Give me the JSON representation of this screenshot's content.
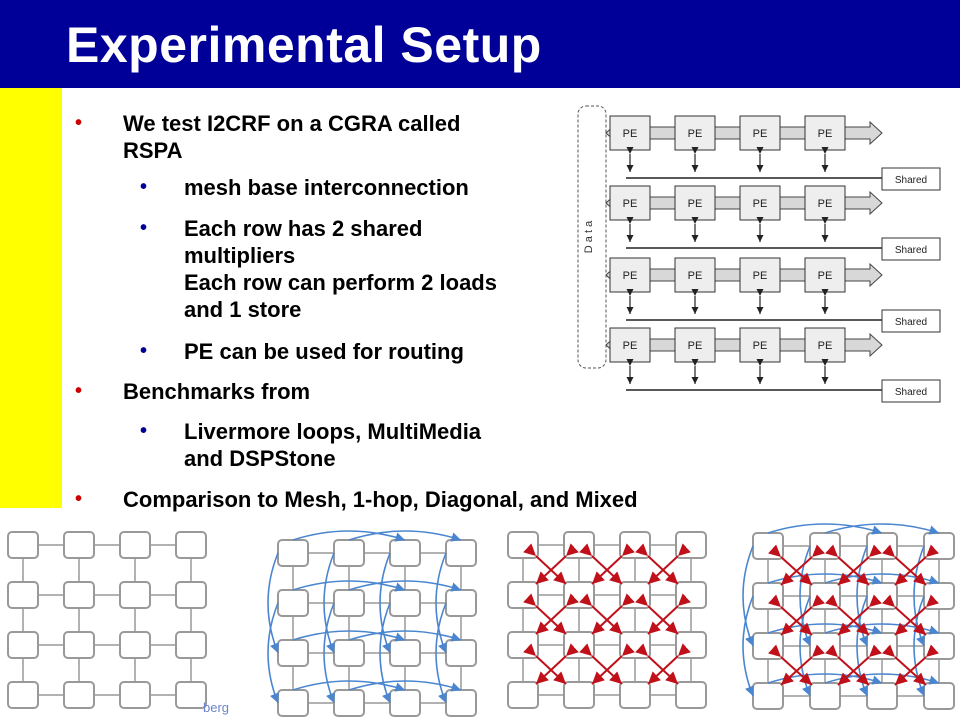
{
  "slide": {
    "title": "Experimental Setup",
    "footer_fragment": "berg"
  },
  "bullets": [
    {
      "level": 1,
      "text": "We test I2CRF on a CGRA called\nRSPA"
    },
    {
      "level": 2,
      "text": "mesh base interconnection"
    },
    {
      "level": 2,
      "text": "Each row has 2 shared\nmultipliers\nEach row can perform 2 loads\nand 1 store"
    },
    {
      "level": 2,
      "text": "PE can be used for routing"
    },
    {
      "level": 1,
      "text": "Benchmarks from"
    },
    {
      "level": 2,
      "text": "Livermore loops, MultiMedia\nand DSPStone"
    },
    {
      "level": 1,
      "text": "Comparison to Mesh, 1-hop, Diagonal, and Mixed"
    }
  ],
  "rspa_diagram": {
    "data_label": "D a t a",
    "pe_label": "PE",
    "shared_label": "Shared",
    "rows": 4,
    "cols": 4
  },
  "colors": {
    "title_bar": "#000099",
    "left_band": "#ffff00",
    "bullet_l1": "#cc0000",
    "bullet_l2": "#000099",
    "onehop_arrows": "#4a86cf",
    "diagonal_arrows": "#c0101a"
  }
}
